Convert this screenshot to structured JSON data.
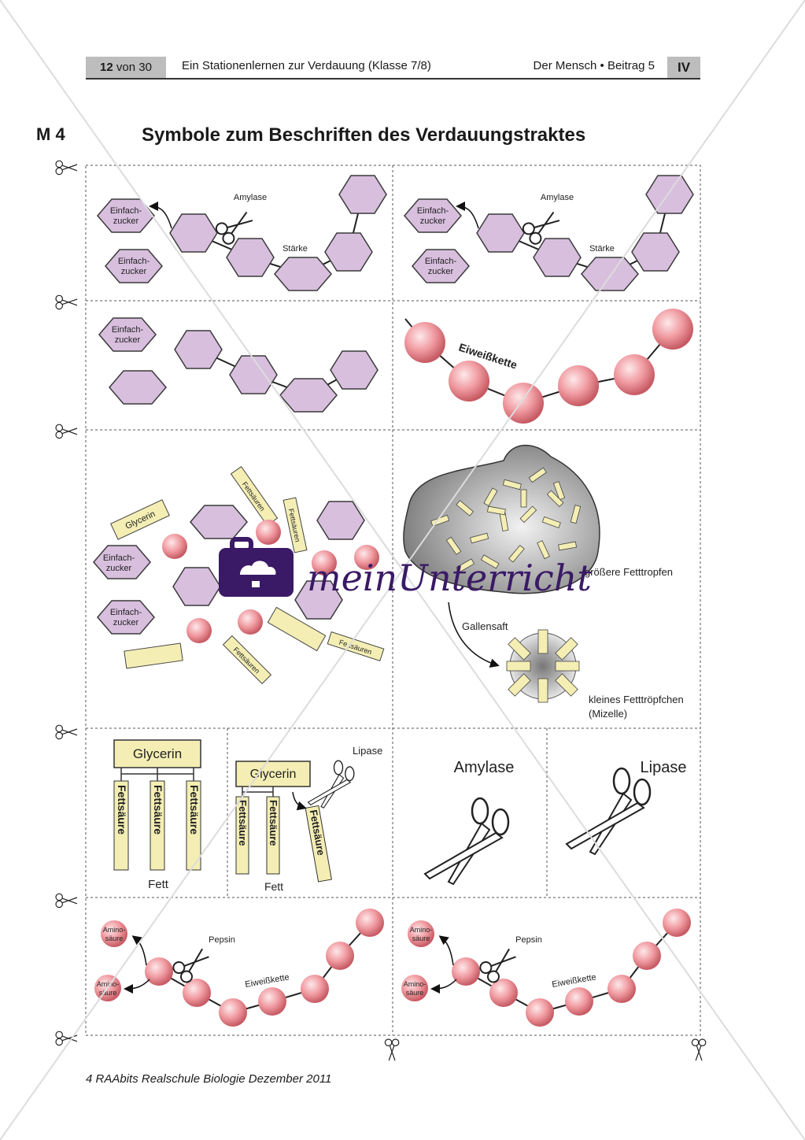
{
  "header": {
    "page_num": "12",
    "page_of": "von 30",
    "title": "Ein Stationenlernen zur Verdauung (Klasse 7/8)",
    "section": "Der Mensch • Beitrag 5",
    "part": "IV"
  },
  "material_label": "M 4",
  "page_title": "Symbole zum Beschriften des Verdauungstraktes",
  "cards": {
    "amylase_starch": {
      "enzyme": "Amylase",
      "einfach_line1": "Einfach-",
      "einfach_line2": "zucker",
      "starch": "Stärke"
    },
    "sugar_chain": {
      "einfach_line1": "Einfach-",
      "einfach_line2": "zucker"
    },
    "protein_chain": {
      "label": "Eiweißkette"
    },
    "mixture": {
      "glycerin": "Glycerin",
      "fettsaeuren": "Fettsäuren",
      "fettsaeuren_partial": "Fe tsäuren",
      "einfach_line1": "Einfach-",
      "einfach_line2": "zucker"
    },
    "bile": {
      "big_drop": "größere Fetttropfen",
      "bile": "Gallensaft",
      "micelle_line1": "kleines Fetttröpfchen",
      "micelle_line2": "(Mizelle)"
    },
    "fat": {
      "glycerin": "Glycerin",
      "fettsaeure": "Fettsäure",
      "fett": "Fett"
    },
    "fat_split": {
      "glycerin": "Glycerin",
      "fettsaeure": "Fettsäure",
      "fett": "Fett",
      "enzyme": "Lipase"
    },
    "amylase_card": {
      "label": "Amylase"
    },
    "lipase_card": {
      "label": "Lipase"
    },
    "pepsin": {
      "enzyme": "Pepsin",
      "amino_line1": "Amino-",
      "amino_line2": "säure",
      "chain": "Eiweißkette"
    }
  },
  "watermark": {
    "brand": "meinUnterricht"
  },
  "footer": "4 RAAbits Realschule Biologie Dezember 2011",
  "colors": {
    "hexagon": "#d8bfde",
    "sphere": "#f2a0a5",
    "fatty_acid": "#f4eeb4",
    "header_box": "#bdbdbd",
    "watermark": "#3a1a66"
  }
}
